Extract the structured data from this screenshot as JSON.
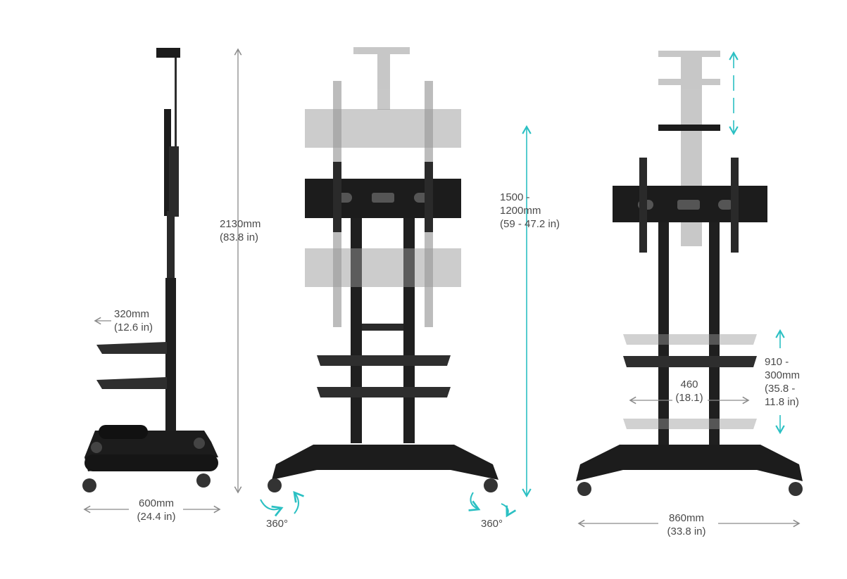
{
  "colors": {
    "metal_dark": "#1c1c1c",
    "metal_mid": "#2e2e2e",
    "ghost": "#9a9a9a",
    "ghost_fill": "#b9b9b9",
    "dimension_grey": "#8a8a8a",
    "accent_teal": "#2bc0c3",
    "text": "#4a4a4a"
  },
  "views": {
    "side": {
      "height_label": [
        "2130mm",
        "(83.8 in)"
      ],
      "shelf_depth_label": [
        "320mm",
        "(12.6 in)"
      ],
      "base_depth_label": [
        "600mm",
        "(24.4 in)"
      ]
    },
    "front": {
      "height_adjust_label": [
        "1500 -",
        "1200mm",
        "(59 - 47.2 in)"
      ],
      "rotation_left_label": "360°",
      "rotation_right_label": "360°"
    },
    "back": {
      "shelf_height_label": [
        "910 -",
        "300mm",
        "(35.8 -",
        "11.8 in)"
      ],
      "shelf_width_label": [
        "460",
        "(18.1)"
      ],
      "base_width_label": [
        "860mm",
        "(33.8 in)"
      ]
    }
  }
}
